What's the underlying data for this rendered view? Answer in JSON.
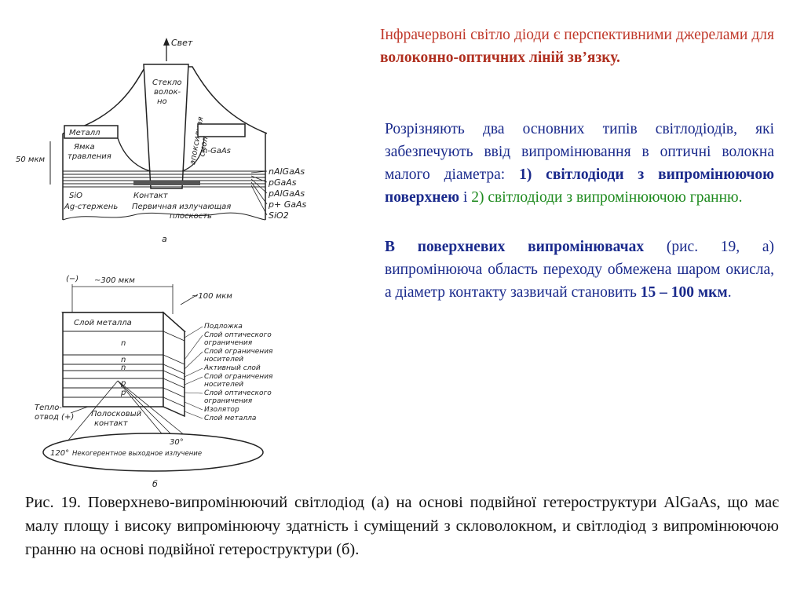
{
  "figure_a": {
    "label": "а",
    "labels": {
      "light": "Свет",
      "fiber": [
        "Стекло",
        "волок-",
        "но"
      ],
      "resin": [
        "эпоксидная",
        "смола"
      ],
      "metal": "Металл",
      "etch": [
        "Ямка",
        "травления"
      ],
      "ngaas": "n-GaAs",
      "dim": "50 мкм",
      "sio2_left": "SiO",
      "ag": "Ag-стержень",
      "contact": "Контакт",
      "primary": [
        "Первичная излучающая",
        "плоскость"
      ],
      "layers": [
        "nAlGaAs",
        "pGaAs",
        "pAlGaAs",
        "p+ GaAs",
        "SiO2"
      ]
    }
  },
  "figure_b": {
    "label": "б",
    "labels": {
      "minus": "(−)",
      "width300": "~300 мкм",
      "width100": "~100 мкм",
      "metal_layer": "Слой металла",
      "n1": "n",
      "n2": "n",
      "n3": "n",
      "p1": "p",
      "p2": "p",
      "heat": [
        "Тепло-",
        "отвод (+)"
      ],
      "strip": [
        "Полосковый",
        "контакт"
      ],
      "angle30": "30°",
      "angle120": "120°",
      "emission": "Некогерентное выходное излучение",
      "side_labels": [
        "Подложка",
        "Слой оптического",
        "ограничения",
        "Слой ограничения",
        "носителей",
        "Активный слой",
        "Слой ограничения",
        "носителей",
        "Слой оптического",
        "ограничения",
        "Изолятор",
        "Слой металла"
      ]
    }
  },
  "paragraph1": {
    "part1": "Інфрачервоні світло діоди є перспективними джерелами для ",
    "bold": "волоконно-оптичних ліній зв’язку."
  },
  "paragraph2": {
    "part1": "Розрізняють два основних типів світлодіодів, які забезпечують ввід випромінювання в оптичні волокна малого діаметра: ",
    "bold": "1) світлодіоди з випромінюючою поверхнею",
    "part2": " і ",
    "green": "2) світлодіоди з випромінюючою гранню."
  },
  "paragraph3": {
    "bold": "В поверхневих випромінювачах",
    "part1": " (рис. 19, а) випромінююча область переходу обмежена шаром окисла, а діаметр контакту зазвичай становить ",
    "bold2": "15 – 100 мкм",
    "end": "."
  },
  "caption": "Рис. 19. Поверхнево-випромінюючий світлодіод (а) на основі подвійної гетероструктури AlGaAs, що має малу площу і високу випромінюючу здатність і суміщений з скловолокном, и світлодіод з випромінюючою гранню на основі подвійної гетероструктури (б)."
}
